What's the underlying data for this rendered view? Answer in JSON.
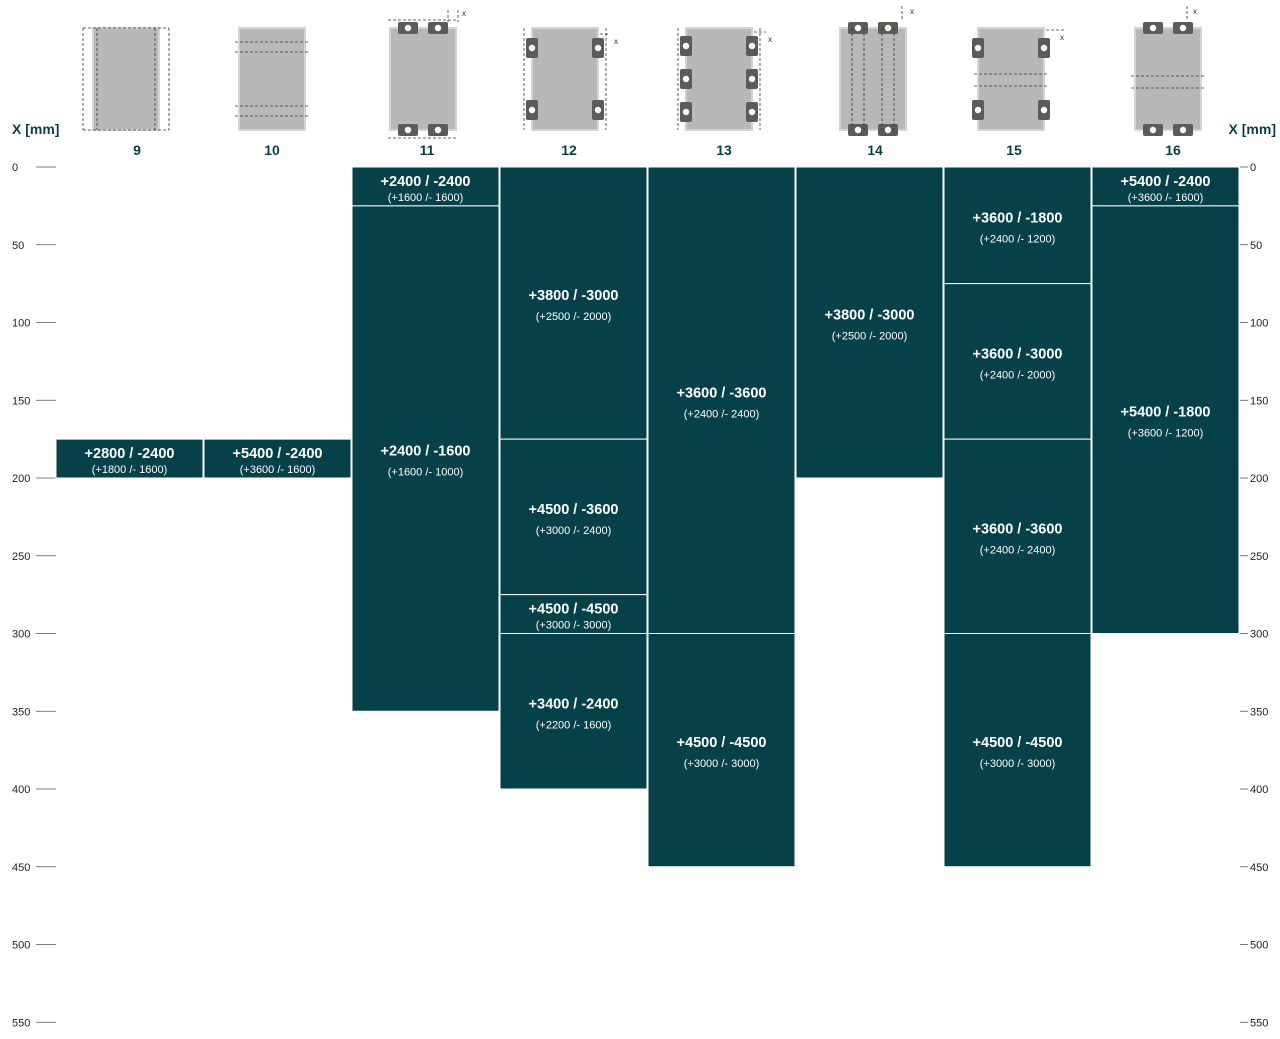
{
  "chart_data": {
    "type": "range-blocks",
    "unit_label": "X [mm]",
    "yticks": [
      0,
      50,
      100,
      150,
      200,
      250,
      300,
      350,
      400,
      450,
      500,
      550
    ],
    "ylim": [
      0,
      550
    ],
    "colors": {
      "block": "#064049",
      "block_border": "#ffffff",
      "axis": "#555555",
      "header_text": "#0b3d45",
      "icon_plate": "#b8b8b8",
      "icon_guide": "#5e5a57"
    },
    "columns": [
      {
        "label": "9",
        "icon": "plate-with-vertical-edge-guides"
      },
      {
        "label": "10",
        "icon": "plate-with-horizontal-edge-guides"
      },
      {
        "label": "11",
        "icon": "plate-with-top-bottom-rollers"
      },
      {
        "label": "12",
        "icon": "plate-with-side-rollers"
      },
      {
        "label": "13",
        "icon": "plate-with-three-side-rollers"
      },
      {
        "label": "14",
        "icon": "plate-with-vertical-rails-and-rollers"
      },
      {
        "label": "15",
        "icon": "plate-with-side-rollers-and-center-band"
      },
      {
        "label": "16",
        "icon": "plate-with-rollers-and-center-band"
      }
    ],
    "blocks": [
      {
        "col": 0,
        "from": 175,
        "to": 200,
        "main": "+2800 / -2400",
        "sub": "(+1800 /- 1600)"
      },
      {
        "col": 1,
        "from": 175,
        "to": 200,
        "main": "+5400 / -2400",
        "sub": "(+3600 /- 1600)"
      },
      {
        "col": 2,
        "from": 0,
        "to": 25,
        "main": "+2400 / -2400",
        "sub": "(+1600 /- 1600)"
      },
      {
        "col": 2,
        "from": 25,
        "to": 350,
        "main": "+2400 / -1600",
        "sub": "(+1600 /- 1000)"
      },
      {
        "col": 3,
        "from": 0,
        "to": 175,
        "main": "+3800 / -3000",
        "sub": "(+2500 /- 2000)"
      },
      {
        "col": 3,
        "from": 175,
        "to": 275,
        "main": "+4500 / -3600",
        "sub": "(+3000 /- 2400)"
      },
      {
        "col": 3,
        "from": 275,
        "to": 300,
        "main": "+4500 / -4500",
        "sub": "(+3000 /- 3000)"
      },
      {
        "col": 3,
        "from": 300,
        "to": 400,
        "main": "+3400 / -2400",
        "sub": "(+2200 /- 1600)"
      },
      {
        "col": 4,
        "from": 0,
        "to": 300,
        "main": "+3600 / -3600",
        "sub": "(+2400 /- 2400)"
      },
      {
        "col": 4,
        "from": 300,
        "to": 450,
        "main": "+4500 / -4500",
        "sub": "(+3000 /- 3000)"
      },
      {
        "col": 5,
        "from": 0,
        "to": 200,
        "main": "+3800 / -3000",
        "sub": "(+2500 /- 2000)"
      },
      {
        "col": 6,
        "from": 0,
        "to": 75,
        "main": "+3600 / -1800",
        "sub": "(+2400 /- 1200)"
      },
      {
        "col": 6,
        "from": 75,
        "to": 175,
        "main": "+3600 / -3000",
        "sub": "(+2400 /- 2000)"
      },
      {
        "col": 6,
        "from": 175,
        "to": 300,
        "main": "+3600 / -3600",
        "sub": "(+2400 /- 2400)"
      },
      {
        "col": 6,
        "from": 300,
        "to": 450,
        "main": "+4500 / -4500",
        "sub": "(+3000 /- 3000)"
      },
      {
        "col": 7,
        "from": 0,
        "to": 25,
        "main": "+5400 / -2400",
        "sub": "(+3600 /- 1600)"
      },
      {
        "col": 7,
        "from": 25,
        "to": 300,
        "main": "+5400 / -1800",
        "sub": "(+3600 /- 1200)"
      }
    ],
    "icon_marker": "x"
  }
}
